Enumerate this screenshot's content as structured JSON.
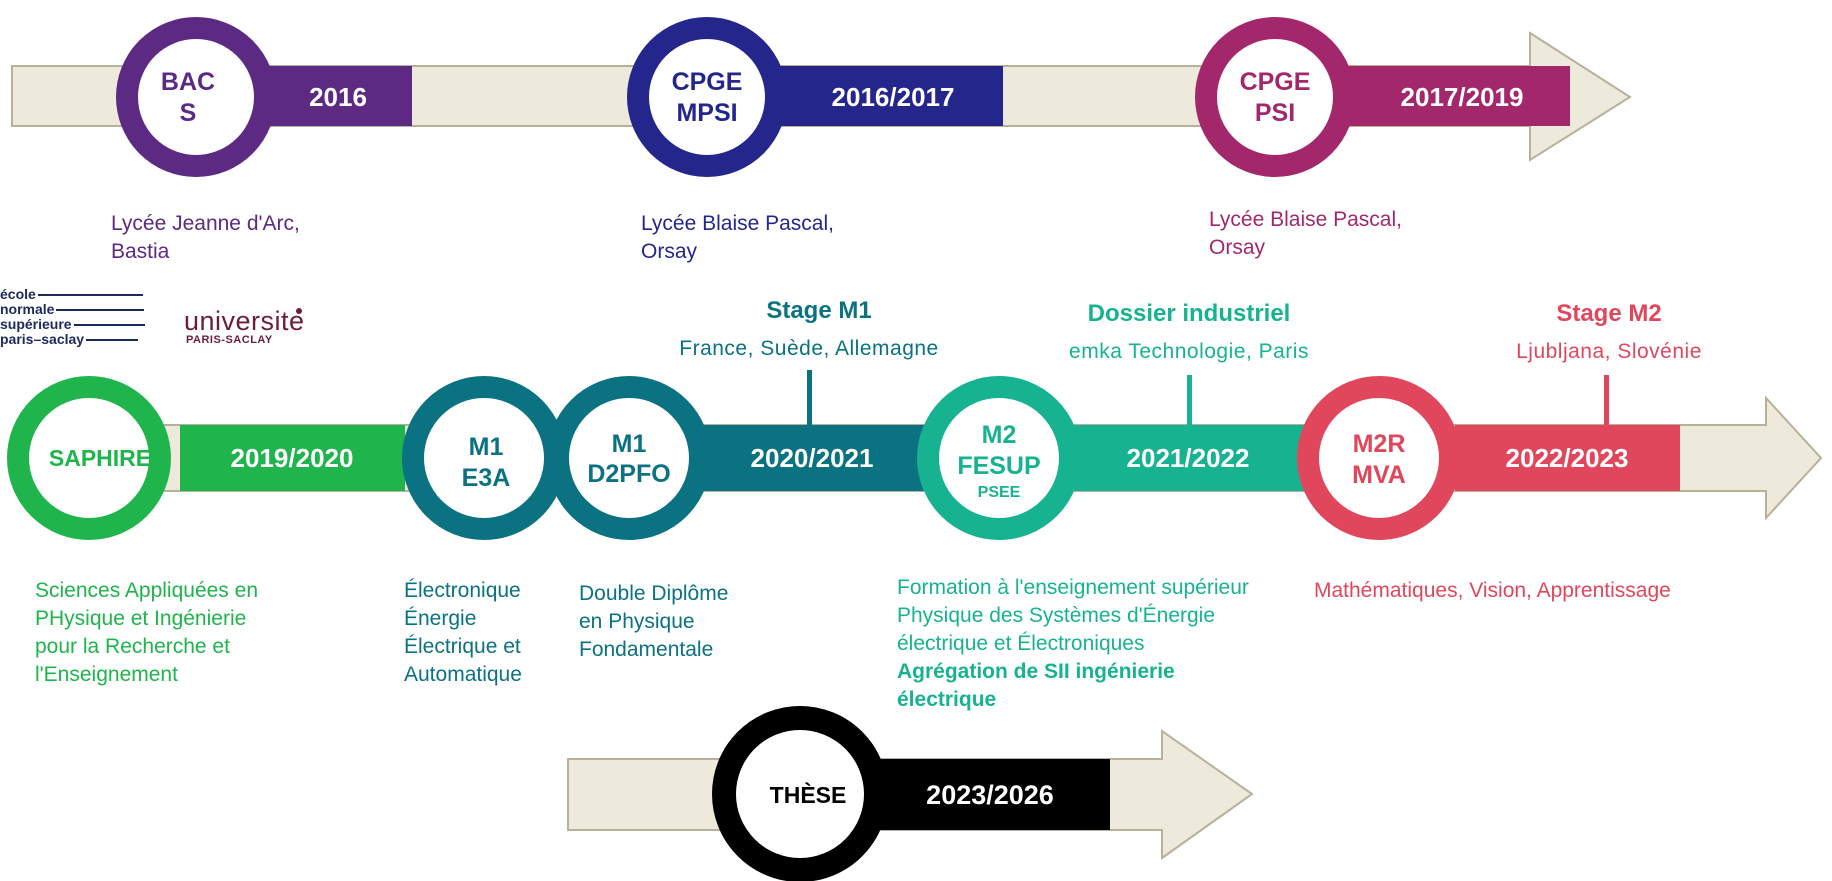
{
  "colors": {
    "arrow_fill": "#edeadb",
    "arrow_stroke": "#b7b19a",
    "bac": "#5c2a82",
    "mpsi": "#24268c",
    "psi": "#a3286b",
    "saphire": "#1fb44c",
    "m1": "#0b7281",
    "fesup": "#17b390",
    "mva": "#e0475c",
    "these": "#000000"
  },
  "row1": {
    "bac": {
      "circle": [
        "BAC",
        "S"
      ],
      "years": "2016",
      "location": "Lycée Jeanne d'Arc,\nBastia"
    },
    "mpsi": {
      "circle": [
        "CPGE",
        "MPSI"
      ],
      "years": "2016/2017",
      "location": "Lycée Blaise Pascal,\nOrsay"
    },
    "psi": {
      "circle": [
        "CPGE",
        "PSI"
      ],
      "years": "2017/2019",
      "location": "Lycée Blaise Pascal,\nOrsay"
    }
  },
  "logos": {
    "ens": [
      "école",
      "normale",
      "supérieure",
      "paris–saclay"
    ],
    "ups": {
      "line1": "universite",
      "line2": "PARIS-SACLAY"
    }
  },
  "row2": {
    "saphire": {
      "circle": [
        "SAPHIRE"
      ],
      "years": "2019/2020",
      "description": "Sciences Appliquées en\nPHysique et Ingénierie\npour la Recherche et\nl'Enseignement"
    },
    "e3a": {
      "circle": [
        "M1",
        "E3A"
      ],
      "description": "Électronique\nÉnergie\nÉlectrique et\nAutomatique"
    },
    "d2pfo": {
      "circle": [
        "M1",
        "D2PFO"
      ],
      "years": "2020/2021",
      "description": "Double Diplôme\nen Physique\nFondamentale"
    },
    "fesup": {
      "circle": [
        "M2",
        "FESUP",
        "PSEE"
      ],
      "years": "2021/2022",
      "description": "Formation à l'enseignement supérieur\nPhysique des Systèmes d'Énergie\nélectrique et Électroniques",
      "description_bold": "Agrégation de SII ingénierie\nélectrique"
    },
    "mva": {
      "circle": [
        "M2R",
        "MVA"
      ],
      "years": "2022/2023",
      "description": "Mathématiques, Vision, Apprentissage"
    }
  },
  "stages": {
    "m1": {
      "title": "Stage M1",
      "place": "France, Suède, Allemagne"
    },
    "dossier": {
      "title": "Dossier industriel",
      "place": "emka Technologie, Paris"
    },
    "m2": {
      "title": "Stage M2",
      "place": "Ljubljana, Slovénie"
    }
  },
  "these": {
    "circle": "THÈSE",
    "years": "2023/2026"
  }
}
